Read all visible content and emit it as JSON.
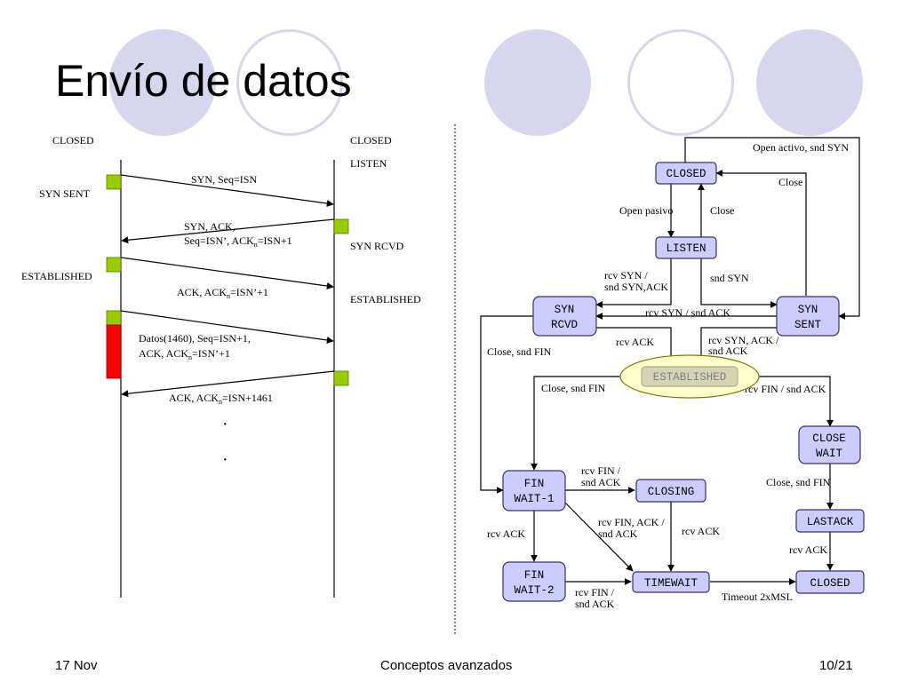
{
  "slide": {
    "title": "Envío de datos",
    "footer": {
      "date": "17 Nov",
      "topic": "Conceptos avanzados",
      "page": "10/21"
    }
  },
  "sequence": {
    "left_states": {
      "closed": "CLOSED",
      "syn_sent": "SYN SENT",
      "established": "ESTABLISHED"
    },
    "right_states": {
      "closed": "CLOSED",
      "listen": "LISTEN",
      "syn_rcvd": "SYN RCVD",
      "established": "ESTABLISHED"
    },
    "messages": {
      "syn": "SYN, Seq=ISN",
      "synack_1": "SYN, ACK,",
      "synack_2a": "Seq=ISN’, ACK",
      "synack_sub": "n",
      "synack_2b": "=ISN+1",
      "ack_a": "ACK, ACK",
      "ack_sub": "n",
      "ack_b": "=ISN’+1",
      "data_1": "Datos(1460), Seq=ISN+1,",
      "data_2a": "ACK, ACK",
      "data_sub": "n",
      "data_2b": "=ISN’+1",
      "final_a": "ACK, ACK",
      "final_sub": "n",
      "final_b": "=ISN+1461",
      "dot1": "·",
      "dot2": "·"
    },
    "colors": {
      "segment": "#99cc00",
      "data": "#ff0000"
    }
  },
  "fsm": {
    "states": {
      "closed_top": "CLOSED",
      "listen": "LISTEN",
      "syn_rcvd_1": "SYN",
      "syn_rcvd_2": "RCVD",
      "syn_sent_1": "SYN",
      "syn_sent_2": "SENT",
      "established": "ESTABLISHED",
      "close_wait_1": "CLOSE",
      "close_wait_2": "WAIT",
      "fin_wait1_1": "FIN",
      "fin_wait1_2": "WAIT-1",
      "closing": "CLOSING",
      "lastack": "LASTACK",
      "fin_wait2_1": "FIN",
      "fin_wait2_2": "WAIT-2",
      "timewait": "TIMEWAIT",
      "closed_bottom": "CLOSED"
    },
    "labels": {
      "open_activo": "Open activo, snd SYN",
      "close_top": "Close",
      "open_pasivo": "Open pasivo",
      "close_listen": "Close",
      "rcv_syn_1": "rcv SYN /",
      "rcv_syn_2": "snd SYN,ACK",
      "snd_syn": "snd SYN",
      "rcv_syn_snd_ack": "rcv SYN / snd ACK",
      "rcv_ack": "rcv ACK",
      "rcv_synack_1": "rcv SYN, ACK /",
      "rcv_synack_2": "snd ACK",
      "close_snd_fin_left": "Close, snd FIN",
      "close_snd_fin_est": "Close, snd FIN",
      "rcv_fin_snd_ack": "rcv FIN / snd ACK",
      "fw1_rcv_fin_1": "rcv FIN /",
      "fw1_rcv_fin_2": "snd ACK",
      "close_snd_fin_cw": "Close, snd FIN",
      "rcv_finack_1": "rcv FIN, ACK /",
      "rcv_finack_2": "snd ACK",
      "closing_rcv_ack": "rcv ACK",
      "fw1_rcv_ack": "rcv ACK",
      "lastack_rcv_ack": "rcv ACK",
      "fw2_rcv_fin_1": "rcv FIN /",
      "fw2_rcv_fin_2": "snd ACK",
      "timeout": "Timeout 2xMSL"
    },
    "colors": {
      "state_fill": "#ccccff",
      "established_highlight": "#ffffcc"
    }
  }
}
